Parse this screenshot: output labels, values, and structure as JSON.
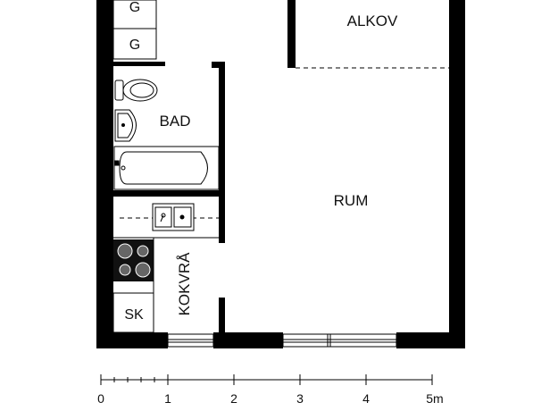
{
  "rooms": {
    "alkov": "ALKOV",
    "bad": "BAD",
    "rum": "RUM",
    "kokvra": "KOKVRÅ",
    "sk": "SK",
    "g_top": "G",
    "g_bottom": "G"
  },
  "scale": {
    "ticks": [
      "0",
      "1",
      "2",
      "3",
      "4",
      "5m"
    ]
  }
}
